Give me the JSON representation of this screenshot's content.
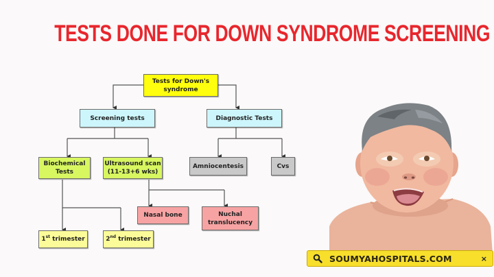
{
  "title": "TESTS DONE FOR DOWN SYNDROME SCREENING",
  "colors": {
    "title": "#e8262d",
    "root": "#fefe0e",
    "category": "#cdf6fc",
    "screening_child": "#d7f660",
    "diagnostic_child": "#c9c9c9",
    "ultrasound_marker": "#f7a3a3",
    "trimester": "#fbfb99",
    "searchbar": "#f7df2c"
  },
  "diagram": {
    "root": {
      "line1": "Tests for Down's",
      "line2": "syndrome"
    },
    "screening": {
      "label": "Screening tests"
    },
    "diagnostic": {
      "label": "Diagnostic Tests"
    },
    "biochemical": {
      "line1": "Biochemical",
      "line2": "Tests"
    },
    "ultrasound": {
      "line1": "Ultrasound scan",
      "line2": "(11-13+6 wks)"
    },
    "amniocentesis": {
      "label": "Amniocentesis"
    },
    "cvs": {
      "label": "Cvs"
    },
    "nasal_bone": {
      "label": "Nasal bone"
    },
    "nuchal": {
      "line1": "Nuchal",
      "line2": "translucency"
    },
    "trimester1": {
      "num": "1",
      "sup": "st",
      "label": " trimester"
    },
    "trimester2": {
      "num": "2",
      "sup": "nd",
      "label": " trimester"
    }
  },
  "illustration": {
    "subject": "smiling baby with Down syndrome features"
  },
  "searchbar": {
    "icon": "search-icon",
    "text": "SOUMYAHOSPITALS.COM",
    "close_icon": "close-icon",
    "close_glyph": "×"
  }
}
